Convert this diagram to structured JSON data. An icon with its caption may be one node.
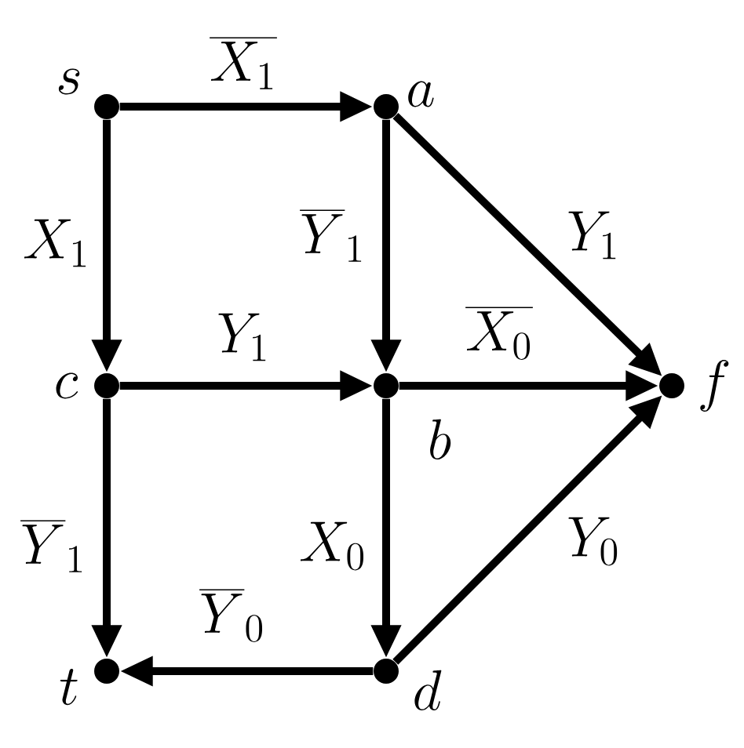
{
  "diagram": {
    "nodes": [
      {
        "text": [],
        "shape": "circle",
        "beside": [
          "s"
        ]
      },
      {
        "text": [],
        "shape": "circle",
        "beside": [
          "a"
        ]
      },
      {
        "text": [],
        "shape": "circle",
        "beside": [
          "c"
        ]
      },
      {
        "text": [],
        "shape": "circle",
        "beside": [
          "b"
        ]
      },
      {
        "text": [],
        "shape": "circle",
        "beside": [
          "f"
        ]
      },
      {
        "text": [],
        "shape": "circle",
        "beside": [
          "t"
        ]
      },
      {
        "text": [],
        "shape": "circle",
        "beside": [
          "d"
        ]
      }
    ],
    "edges": [
      {
        "from": 0,
        "to": 1,
        "arrow": "to",
        "label": "\\overline{X_1}"
      },
      {
        "from": 0,
        "to": 2,
        "arrow": "to",
        "label": "X_1"
      },
      {
        "from": 1,
        "to": 3,
        "arrow": "to",
        "label": "\\overline{Y}_1"
      },
      {
        "from": 1,
        "to": 4,
        "arrow": "to",
        "label": "Y_1"
      },
      {
        "from": 2,
        "to": 3,
        "arrow": "to",
        "label": "Y_1"
      },
      {
        "from": 3,
        "to": 4,
        "arrow": "to",
        "label": "\\overline{X_0}"
      },
      {
        "from": 2,
        "to": 5,
        "arrow": "to",
        "label": "\\overline{Y}_1"
      },
      {
        "from": 3,
        "to": 6,
        "arrow": "to",
        "label": "X_0"
      },
      {
        "from": 6,
        "to": 4,
        "arrow": "to",
        "label": "Y_0"
      },
      {
        "from": 6,
        "to": 5,
        "arrow": "to",
        "label": "\\overline{Y}_0"
      }
    ]
  }
}
